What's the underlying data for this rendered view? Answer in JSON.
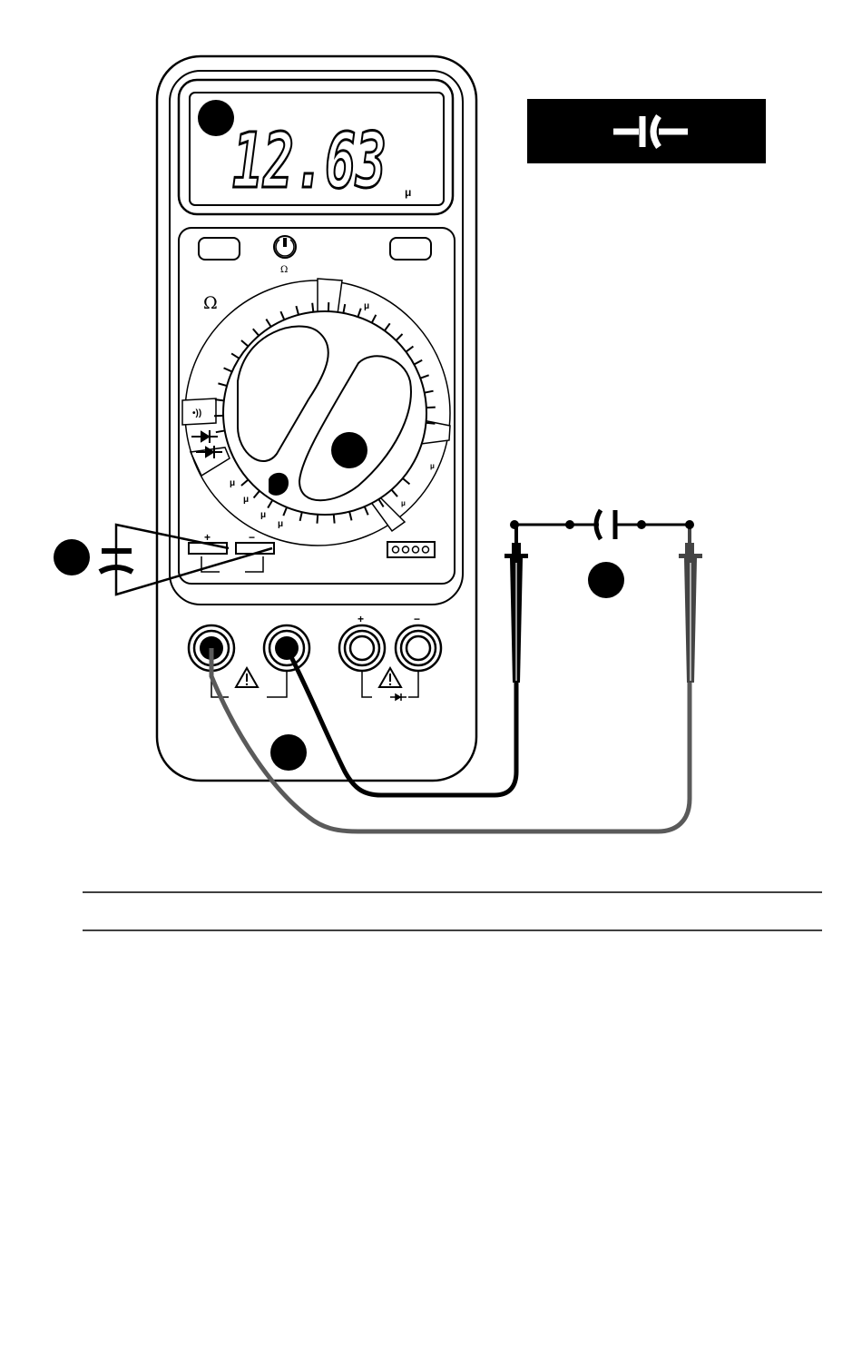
{
  "lcd": {
    "reading": "12.63",
    "unit": "μ"
  },
  "capacitor_box": {
    "symbol": "⊣(⊢"
  },
  "meter": {
    "ohm_symbol": "Ω",
    "power_label": "Ω",
    "dial_labels": {
      "ohm": "Ω",
      "micro": "μ",
      "continuity": "•))"
    }
  },
  "capacitor_socket": {
    "plus": "+",
    "minus": "−"
  },
  "input_jacks": {
    "plus": "+",
    "minus": "−"
  },
  "colors": {
    "ink": "#000000",
    "red_lead": "#5a5a5a",
    "background": "#ffffff"
  }
}
